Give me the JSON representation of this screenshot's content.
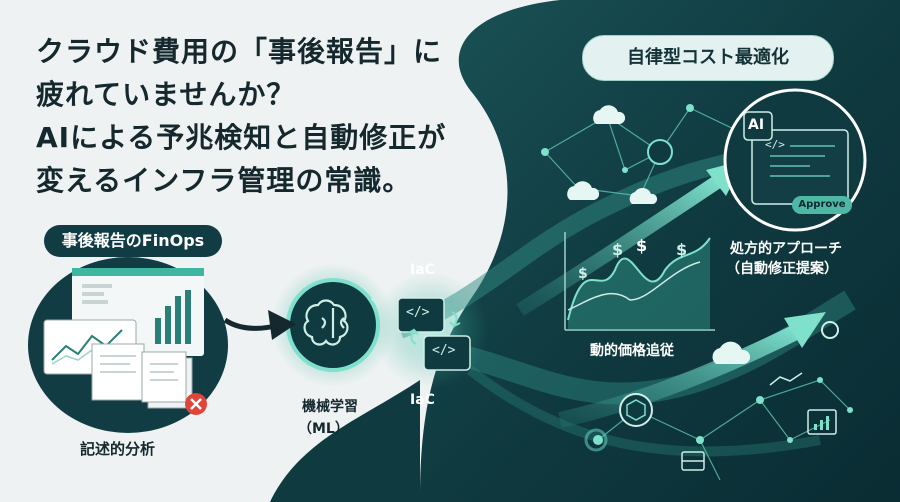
{
  "headline": {
    "line1": "クラウド費用の「事後報告」に",
    "line2": "疲れていませんか？",
    "line3": "AIによる予兆検知と自動修正が",
    "line4": "変えるインフラ管理の常識。"
  },
  "left_section": {
    "title": "事後報告のFinOps",
    "caption": "記述的分析"
  },
  "center_section": {
    "ml_label_line1": "機械学習",
    "ml_label_line2": "（ML）",
    "iac_top": "IaC",
    "iac_bottom": "IaC"
  },
  "right_section": {
    "title": "自律型コスト最適化",
    "ai_chip": "AI",
    "code_glyph": "</>",
    "approve_label": "Approve",
    "prescriptive_line1": "処方的アプローチ",
    "prescriptive_line2": "（自動修正提案）",
    "dynamic_price": "動的価格追従",
    "currency_symbol": "$"
  },
  "colors": {
    "dark_teal": "#0f3a40",
    "accent_teal": "#3fb6a0",
    "light_bg": "#eef2f2",
    "error_red": "#e0453a"
  }
}
